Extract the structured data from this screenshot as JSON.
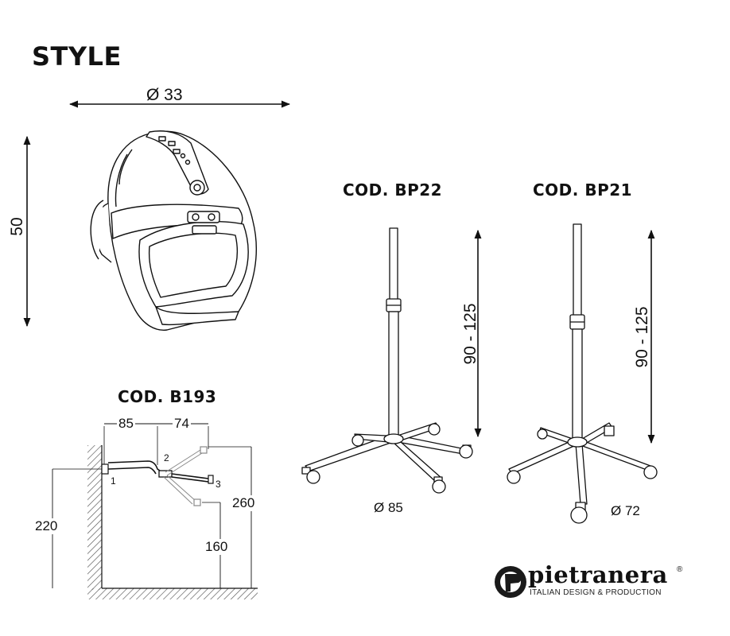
{
  "title": "STYLE",
  "helmet": {
    "width_label": "Ø 33",
    "height_label": "50"
  },
  "stand_bp22": {
    "code": "COD. BP22",
    "height_label": "90 - 125",
    "base_label": "Ø 85"
  },
  "stand_bp21": {
    "code": "COD. BP21",
    "height_label": "90 - 125",
    "base_label": "Ø 72"
  },
  "wall_arm_b193": {
    "code": "COD. B193",
    "dim_85": "85",
    "dim_74": "74",
    "dim_220": "220",
    "dim_260": "260",
    "dim_160": "160",
    "joint_1": "1",
    "joint_2": "2",
    "joint_3": "3"
  },
  "brand": {
    "name": "pietranera",
    "tagline": "ITALIAN DESIGN & PRODUCTION",
    "registered": "®"
  },
  "colors": {
    "line": "#111111",
    "hatch": "#555555",
    "logo_dark": "#1a1a1a"
  }
}
